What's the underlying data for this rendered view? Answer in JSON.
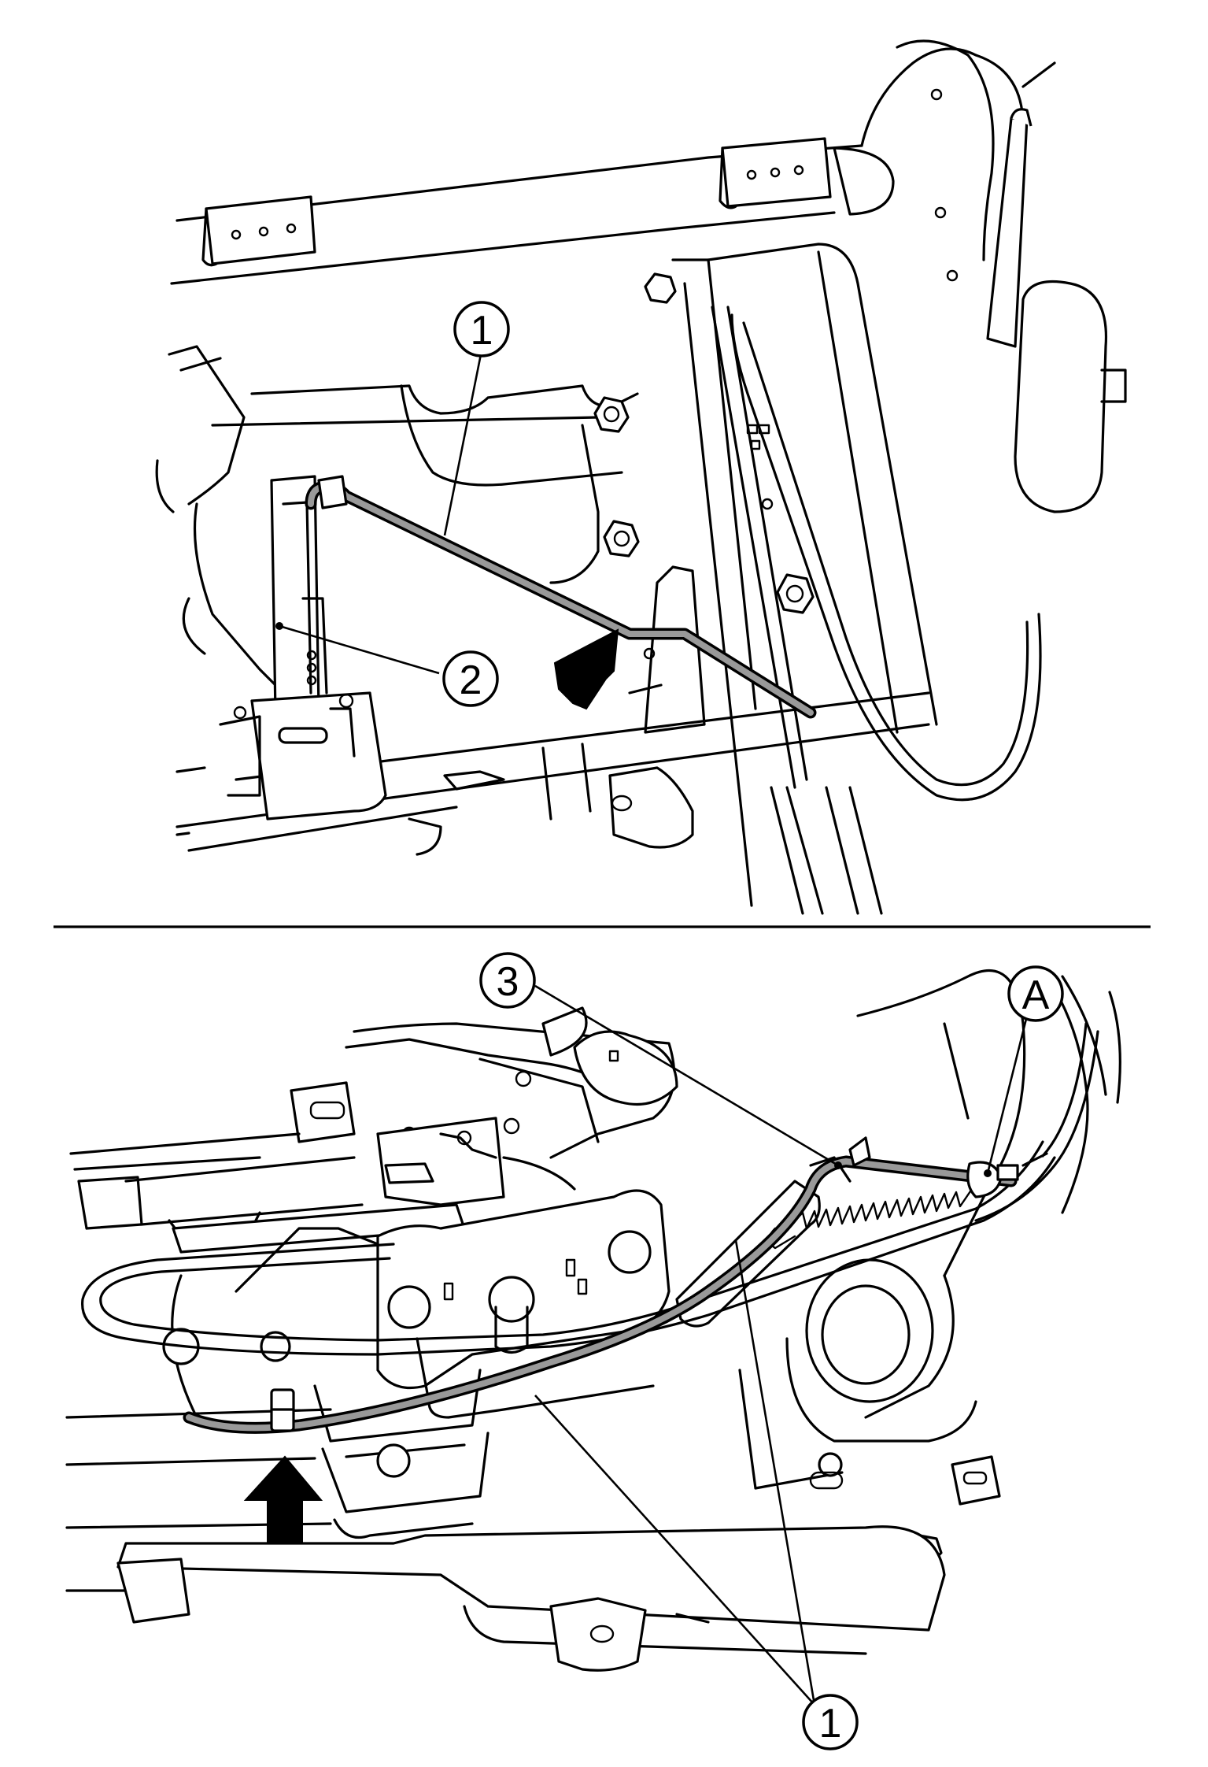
{
  "callouts": {
    "top_1": "1",
    "top_2": "2",
    "bottom_3": "3",
    "bottom_A": "A",
    "bottom_1": "1"
  }
}
